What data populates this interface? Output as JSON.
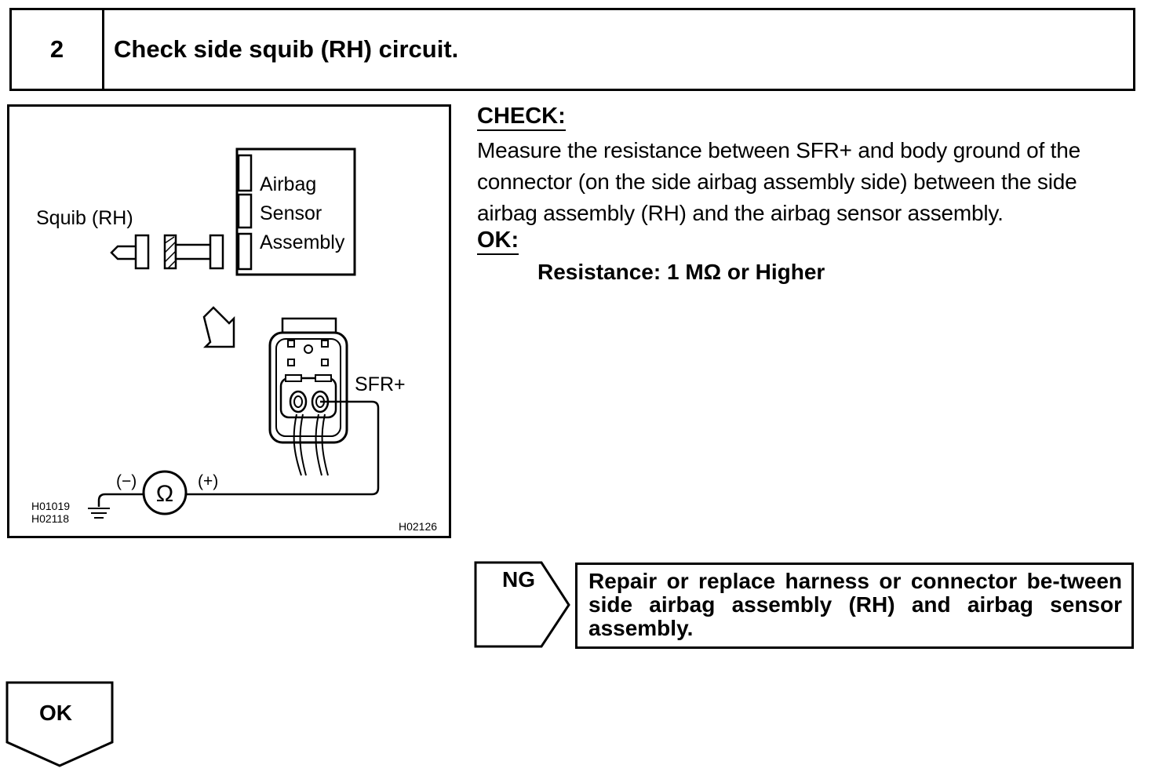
{
  "step": {
    "number": "2",
    "title": "Check side squib (RH) circuit."
  },
  "figure": {
    "squib_label": "Squib (RH)",
    "sensor_label": [
      "Airbag",
      "Sensor",
      "Assembly"
    ],
    "terminal_label": "SFR+",
    "meter_minus": "(−)",
    "meter_plus": "(+)",
    "meter_symbol": "Ω",
    "codes_left": [
      "H01019",
      "H02118"
    ],
    "code_right": "H02126"
  },
  "check": {
    "heading": "CHECK:",
    "text": "Measure the resistance between SFR+ and body ground of the connector (on the side airbag assembly side) between the side airbag assembly (RH) and the airbag sensor assembly."
  },
  "ok": {
    "heading": "OK:",
    "spec": "Resistance: 1 MΩ or Higher"
  },
  "ng": {
    "label": "NG",
    "action": "Repair or replace harness or connector be-tween side airbag assembly (RH) and airbag sensor assembly."
  },
  "ok_flow": {
    "label": "OK"
  }
}
